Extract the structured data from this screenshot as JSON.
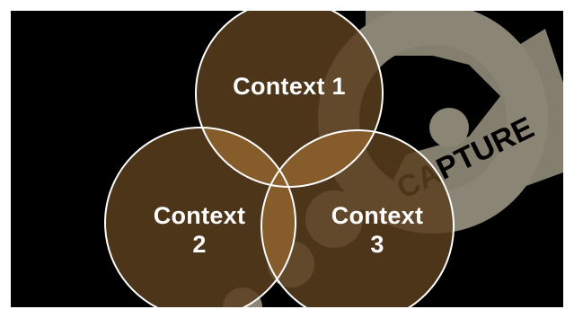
{
  "slide": {
    "background_color": "#000000",
    "watermark": {
      "icon": "capture-q-logo-icon",
      "text": "CAPTURE",
      "color": "#8a8574"
    },
    "circles": [
      {
        "id": "context-1",
        "line1": "Context 1",
        "line2": ""
      },
      {
        "id": "context-2",
        "line1": "Context",
        "line2": "2"
      },
      {
        "id": "context-3",
        "line1": "Context",
        "line2": "3"
      }
    ],
    "colors": {
      "circle_fill": "#5a3e1f",
      "circle_stroke": "#ffffff",
      "overlap_fill": "#8c5f2e",
      "label_text": "#ffffff"
    }
  }
}
